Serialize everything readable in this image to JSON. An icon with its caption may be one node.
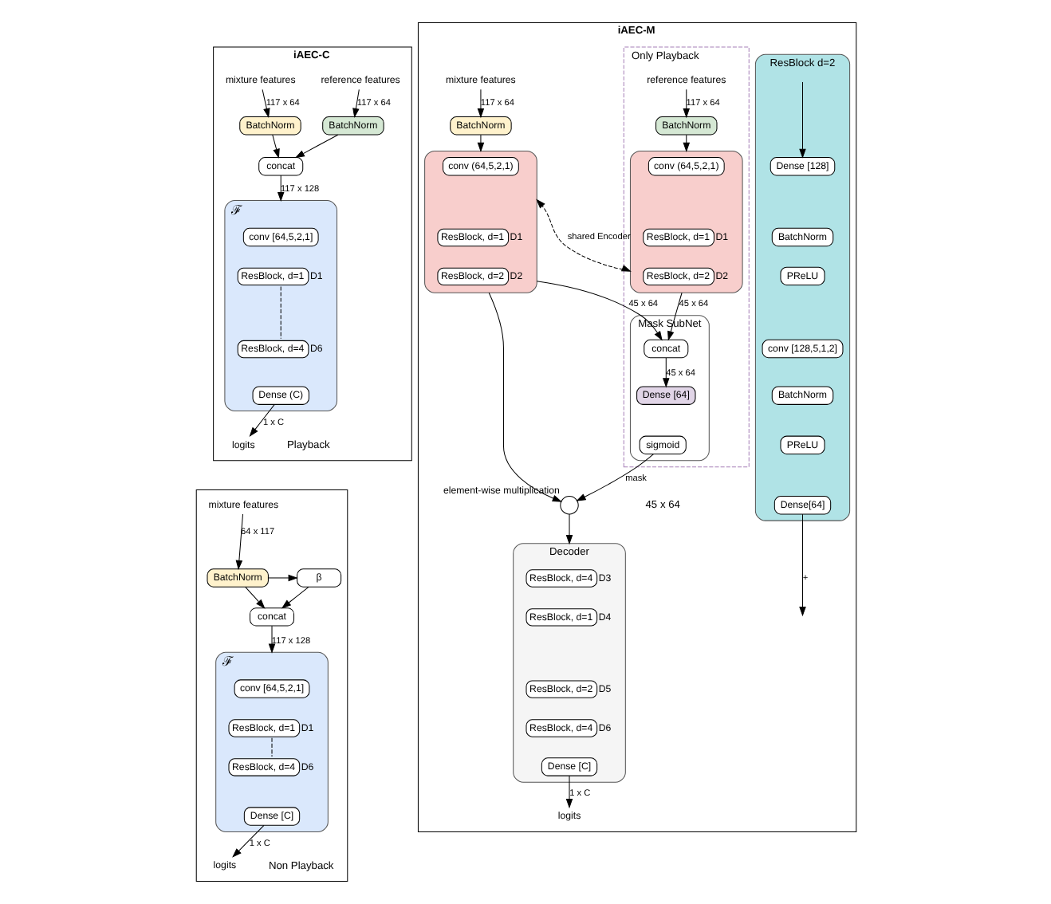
{
  "diagram": {
    "nodes": [
      {
        "text": [
          "iAEC-C"
        ]
      },
      {
        "text": [
          "reference features"
        ],
        "in": 0
      },
      {
        "text": [
          "mixture features"
        ],
        "in": 0
      },
      {
        "text": [
          "BatchNorm"
        ],
        "in": 0
      },
      {
        "text": [
          "BatchNorm"
        ],
        "in": 0
      },
      {
        "text": [
          "concat"
        ],
        "in": 0
      },
      {
        "text": [
          "ℱ"
        ],
        "in": 0
      },
      {
        "text": [
          "conv [64,5,2,1]"
        ],
        "in": 6
      },
      {
        "text": [
          "ResBlock, d=1"
        ],
        "in": 6,
        "beside": [
          "D1"
        ]
      },
      {
        "text": [
          "ResBlock, d=4"
        ],
        "in": 6,
        "beside": [
          "D6"
        ]
      },
      {
        "text": [
          "Dense (C)"
        ],
        "in": 6
      },
      {
        "text": [
          "logits"
        ],
        "in": 0
      },
      {
        "text": [],
        "shape": "box"
      },
      {
        "text": [
          "mixture features"
        ],
        "in": 12
      },
      {
        "text": [
          "β"
        ],
        "in": 12
      },
      {
        "text": [
          "BatchNorm"
        ],
        "in": 12
      },
      {
        "text": [
          "concat"
        ],
        "in": 12
      },
      {
        "text": [
          "ℱ"
        ],
        "in": 12
      },
      {
        "text": [
          "conv [64,5,2,1]"
        ],
        "in": 17
      },
      {
        "text": [
          "ResBlock, d=1"
        ],
        "in": 17,
        "beside": [
          "D1"
        ]
      },
      {
        "text": [
          "ResBlock, d=4"
        ],
        "in": 17,
        "beside": [
          "D6"
        ]
      },
      {
        "text": [
          "Dense [C]"
        ],
        "in": 17
      },
      {
        "text": [
          "logits"
        ],
        "in": 12
      },
      {
        "text": [
          "iAEC-M"
        ]
      },
      {
        "text": [
          "Only Playback"
        ],
        "in": 23
      },
      {
        "text": [
          "reference features"
        ],
        "in": 24
      },
      {
        "text": [
          "BatchNorm"
        ],
        "in": 24
      },
      {
        "text": [],
        "shape": "box",
        "in": 24
      },
      {
        "text": [
          "conv (64,5,2,1)"
        ],
        "in": 27
      },
      {
        "text": [
          "ResBlock, d=1"
        ],
        "in": 27,
        "beside": [
          "D1"
        ]
      },
      {
        "text": [
          "ResBlock, d=2"
        ],
        "in": 27,
        "beside": [
          "D2"
        ]
      },
      {
        "text": [
          "mixture features"
        ],
        "in": 23
      },
      {
        "text": [
          "BatchNorm"
        ],
        "in": 23
      },
      {
        "text": [],
        "shape": "box",
        "in": 23
      },
      {
        "text": [
          "conv (64,5,2,1)"
        ],
        "in": 33
      },
      {
        "text": [
          "ResBlock, d=1"
        ],
        "in": 33,
        "beside": [
          "D1"
        ]
      },
      {
        "text": [
          "ResBlock, d=2"
        ],
        "in": 33,
        "beside": [
          "D2"
        ]
      },
      {
        "text": [
          "Mask SubNet"
        ],
        "in": 24
      },
      {
        "text": [
          "concat"
        ],
        "in": 37
      },
      {
        "text": [
          "Dense [64]"
        ],
        "in": 37
      },
      {
        "text": [
          "sigmoid"
        ],
        "in": 37
      },
      {
        "text": [],
        "shape": "circle",
        "in": 23,
        "beside": [
          "element-wise multiplication"
        ]
      },
      {
        "text": [
          "Decoder"
        ],
        "in": 23
      },
      {
        "text": [
          "ResBlock, d=4"
        ],
        "in": 42,
        "beside": [
          "D3"
        ]
      },
      {
        "text": [
          "ResBlock, d=1"
        ],
        "in": 42,
        "beside": [
          "D4"
        ]
      },
      {
        "text": [
          "ResBlock, d=2"
        ],
        "in": 42,
        "beside": [
          "D5"
        ]
      },
      {
        "text": [
          "ResBlock, d=4"
        ],
        "in": 42,
        "beside": [
          "D6"
        ]
      },
      {
        "text": [
          "Dense [C]"
        ],
        "in": 42
      },
      {
        "text": [
          "logits"
        ],
        "in": 23
      },
      {
        "text": [
          "ResBlock d=2"
        ],
        "in": 23
      },
      {
        "text": [
          "Dense [128]"
        ],
        "in": 49
      },
      {
        "text": [
          "BatchNorm"
        ],
        "in": 49
      },
      {
        "text": [
          "PReLU"
        ],
        "in": 49
      },
      {
        "text": [
          "conv [128,5,1,2]"
        ],
        "in": 49
      },
      {
        "text": [
          "BatchNorm"
        ],
        "in": 49
      },
      {
        "text": [
          "PReLU"
        ],
        "in": 49
      },
      {
        "text": [
          "Dense[64]"
        ],
        "in": 49
      }
    ],
    "edges": [
      {
        "from": 1,
        "to": 3,
        "arrow": "to",
        "label": "117 x 64"
      },
      {
        "from": 2,
        "to": 4,
        "arrow": "to",
        "label": "117 x 64"
      },
      {
        "from": 3,
        "to": 5,
        "arrow": "to"
      },
      {
        "from": 4,
        "to": 5,
        "arrow": "to"
      },
      {
        "from": 5,
        "to": 6,
        "arrow": "to",
        "label": "117 x 128"
      },
      {
        "from": 8,
        "to": 9,
        "arrow": "none",
        "style": "dashed"
      },
      {
        "from": 10,
        "to": 11,
        "arrow": "to",
        "label": "1 x C"
      },
      {
        "from": 13,
        "to": 15,
        "arrow": "to",
        "label": "64 x 117"
      },
      {
        "from": 15,
        "to": 14,
        "arrow": "to"
      },
      {
        "from": 14,
        "to": 16,
        "arrow": "to"
      },
      {
        "from": 15,
        "to": 16,
        "arrow": "to"
      },
      {
        "from": 16,
        "to": 17,
        "arrow": "to",
        "label": "117 x 128"
      },
      {
        "from": 19,
        "to": 20,
        "arrow": "none",
        "style": "dashed"
      },
      {
        "from": 21,
        "to": 22,
        "arrow": "to",
        "label": "1 x C"
      },
      {
        "from": 25,
        "to": 26,
        "arrow": "to",
        "label": "117 x 64"
      },
      {
        "from": 26,
        "to": 27,
        "arrow": "to"
      },
      {
        "from": 31,
        "to": 32,
        "arrow": "to",
        "label": "117 x 64"
      },
      {
        "from": 32,
        "to": 33,
        "arrow": "to"
      },
      {
        "from": 27,
        "to": 33,
        "arrow": "both",
        "style": "dashed",
        "label": "shared Encoder"
      },
      {
        "from": 27,
        "to": 38,
        "arrow": "to",
        "label": "45 x 64"
      },
      {
        "from": 33,
        "to": 38,
        "arrow": "to",
        "label": "45 x 64"
      },
      {
        "from": 33,
        "to": 41,
        "arrow": "to"
      },
      {
        "from": 38,
        "to": 39,
        "arrow": "to",
        "label": "45 x 64"
      },
      {
        "from": 40,
        "to": 41,
        "arrow": "to",
        "label": "mask"
      },
      {
        "from": 41,
        "to": 42,
        "arrow": "to"
      },
      {
        "from": 47,
        "to": 48,
        "arrow": "to",
        "label": "1 x C"
      },
      {
        "from": null,
        "to": 50,
        "arrow": "to"
      },
      {
        "from": 56,
        "to": null,
        "arrow": "to",
        "label": "+"
      }
    ],
    "labels": [
      "Playback",
      "Non Playback",
      "45 x 64"
    ]
  }
}
